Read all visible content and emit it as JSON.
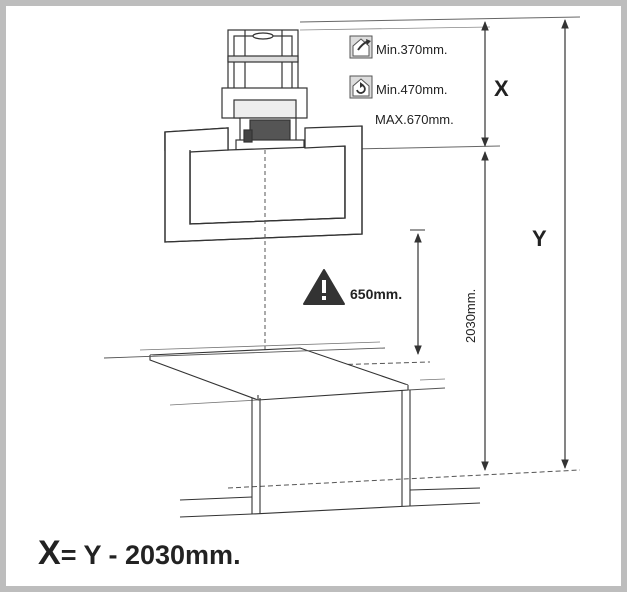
{
  "labels": {
    "min_duct_up": "Min.370mm.",
    "min_recirc": "Min.470mm.",
    "max": "MAX.670mm.",
    "x_letter": "X",
    "y_letter": "Y",
    "clearance": "650mm.",
    "height": "2030mm."
  },
  "formula": {
    "x": "X",
    "rest": "= Y - 2030mm."
  },
  "icons": [
    "duct-out-icon",
    "recirculation-icon",
    "warning-icon"
  ],
  "colors": {
    "line": "#333333",
    "frame": "#bdbdbd",
    "hood": "#3a3a3a"
  }
}
